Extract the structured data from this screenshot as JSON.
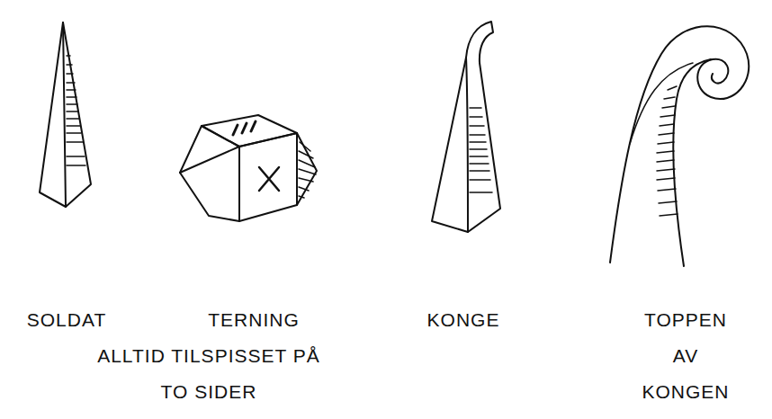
{
  "diagram": {
    "labels": [
      "SOLDAT",
      "TERNING",
      "ALLTID TILSPISSET PÅ TO SIDER",
      "KONGE",
      "TOPPEN AV KONGEN"
    ]
  }
}
